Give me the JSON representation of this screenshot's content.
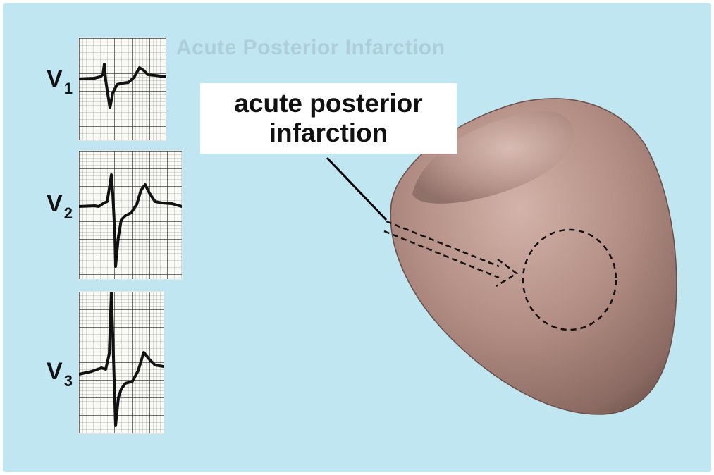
{
  "background_title": "Acute Posterior Infarction",
  "callout": {
    "line1": "acute posterior",
    "line2": "infarction"
  },
  "leads": [
    {
      "letter": "V",
      "number": "1"
    },
    {
      "letter": "V",
      "number": "2"
    },
    {
      "letter": "V",
      "number": "3"
    }
  ],
  "colors": {
    "background": "#bfe6f1",
    "heart": "#b08a80",
    "trace": "#111111"
  }
}
